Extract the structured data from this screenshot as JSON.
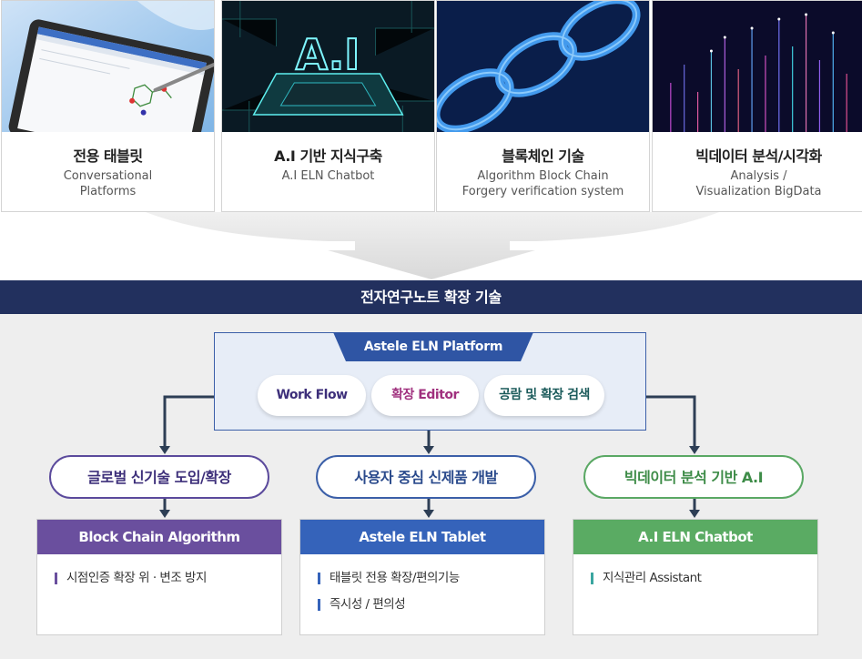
{
  "cards": [
    {
      "title": "전용 태블릿",
      "subtitle": "Conversational\nPlatforms",
      "image": "tablet-image"
    },
    {
      "title": "A.I 기반 지식구축",
      "subtitle": "A.I ELN Chatbot",
      "image": "ai-chip-image"
    },
    {
      "title": "블록체인 기술",
      "subtitle": "Algorithm Block Chain\nForgery verification system",
      "image": "blockchain-image"
    },
    {
      "title": "빅데이터 분석/시각화",
      "subtitle": "Analysis /\nVisualization BigData",
      "image": "bigdata-image"
    }
  ],
  "banner": "전자연구노트 확장 기술",
  "platform": {
    "title": "Astele ELN Platform",
    "pills": [
      {
        "label": "Work Flow",
        "color": "#3d2f7a"
      },
      {
        "label": "확장 Editor",
        "color": "#a0307e"
      },
      {
        "label": "공람 및 확장 검색",
        "color": "#1a5a5a"
      }
    ]
  },
  "categories": [
    {
      "label": "글로벌 신기술 도입/확장",
      "color": "#5b4a9c",
      "text_color": "#3d2f7a"
    },
    {
      "label": "사용자 중심 신제품 개발",
      "color": "#3b5fa8",
      "text_color": "#2a4a8c"
    },
    {
      "label": "빅데이터 분석 기반 A.I",
      "color": "#5aa864",
      "text_color": "#3e8c48"
    }
  ],
  "boxes": [
    {
      "title": "Block Chain Algorithm",
      "color": "#6a4f9e",
      "items": [
        "시점인증 확장 위 · 변조 방지"
      ]
    },
    {
      "title": "Astele ELN Tablet",
      "color": "#3563ba",
      "items": [
        "태블릿 전용 확장/편의기능",
        "즉시성 / 편의성"
      ]
    },
    {
      "title": "A.I ELN Chatbot",
      "color": "#5aab63",
      "bullet_color": "#3aa6a0",
      "items": [
        "지식관리 Assistant"
      ]
    }
  ]
}
